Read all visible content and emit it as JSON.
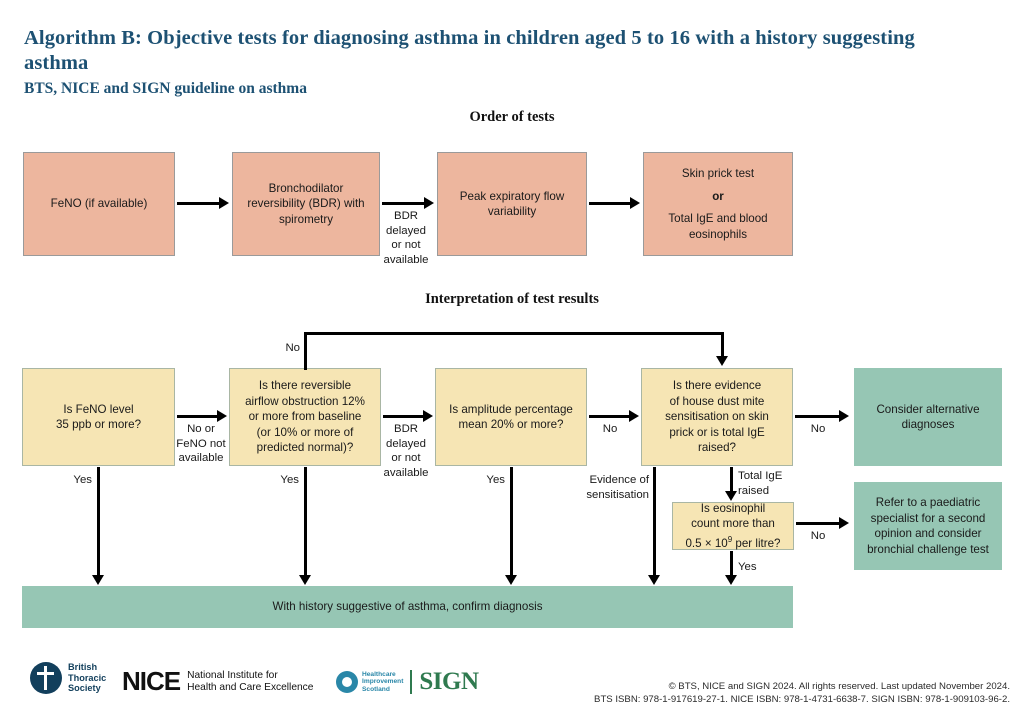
{
  "header": {
    "title": "Algorithm B: Objective tests for diagnosing asthma in children aged 5 to 16 with a history suggesting asthma",
    "subtitle": "BTS, NICE and SIGN guideline on asthma"
  },
  "sections": {
    "order_of_tests": "Order of tests",
    "interpretation": "Interpretation of test results"
  },
  "order_of_tests": {
    "boxes": [
      {
        "id": "feno",
        "text": "FeNO (if available)"
      },
      {
        "id": "bdr",
        "text": "Bronchodilator\nreversibility (BDR)\nwith spirometry"
      },
      {
        "id": "pefv",
        "text": "Peak expiratory flow\nvariability"
      },
      {
        "id": "skin-ige",
        "line1": "Skin prick test",
        "line2": "or",
        "line3": "Total IgE and blood\neosinophils"
      }
    ],
    "edge_labels": [
      {
        "id": "bdr-delayed-top",
        "text": "BDR\ndelayed\nor not\navailable"
      }
    ]
  },
  "interpretation": {
    "boxes": [
      {
        "id": "q-feno",
        "text": "Is FeNO level\n35 ppb or more?"
      },
      {
        "id": "q-bdr",
        "text": "Is there reversible\nairflow obstruction 12%\nor more from baseline\n(or 10% or more of\npredicted normal)?"
      },
      {
        "id": "q-amplitude",
        "text": "Is amplitude percentage\nmean 20% or more?"
      },
      {
        "id": "q-sensitisation",
        "text": "Is there evidence\nof house dust mite\nsensitisation on skin\nprick or is total IgE\nraised?"
      },
      {
        "id": "q-eosinophil",
        "line1": "Is eosinophil",
        "line2": "count more than",
        "line3a": "0.5 × 10",
        "line3sup": "9",
        "line3b": " per litre?"
      }
    ],
    "outcomes": [
      {
        "id": "alternative-diagnoses",
        "text": "Consider alternative\ndiagnoses"
      },
      {
        "id": "refer-paediatric",
        "text": "Refer to a paediatric\nspecialist for a second\nopinion and consider\nbronchial challenge test"
      },
      {
        "id": "confirm-diagnosis",
        "text": "With history suggestive of asthma, confirm diagnosis"
      }
    ],
    "edge_labels": [
      {
        "id": "no-loop",
        "text": "No"
      },
      {
        "id": "no-or-feno-not-available",
        "text": "No or\nFeNO not\navailable"
      },
      {
        "id": "bdr-delayed",
        "text": "BDR\ndelayed\nor not\navailable"
      },
      {
        "id": "no-amplitude",
        "text": "No"
      },
      {
        "id": "no-sensitisation",
        "text": "No"
      },
      {
        "id": "no-eosinophil",
        "text": "No"
      },
      {
        "id": "yes-feno",
        "text": "Yes"
      },
      {
        "id": "yes-bdr",
        "text": "Yes"
      },
      {
        "id": "yes-amplitude",
        "text": "Yes"
      },
      {
        "id": "evidence-of-sensitisation",
        "text": "Evidence of\nsensitisation"
      },
      {
        "id": "total-ige-raised",
        "text": "Total IgE\nraised"
      },
      {
        "id": "yes-eosinophil",
        "text": "Yes"
      }
    ]
  },
  "footer": {
    "logos": [
      {
        "id": "bts",
        "line1": "British",
        "line2": "Thoracic",
        "line3": "Society"
      },
      {
        "id": "nice",
        "mark": "NICE",
        "line1": "National Institute for",
        "line2": "Health and Care Excellence"
      },
      {
        "id": "sign",
        "his1": "Healthcare",
        "his2": "Improvement",
        "his3": "Scotland",
        "mark": "SIGN"
      }
    ],
    "copyright_line1": "© BTS, NICE and SIGN 2024. All rights reserved. Last updated November 2024.",
    "copyright_line2": "BTS ISBN: 978-1-917619-27-1. NICE ISBN: 978-1-4731-6638-7. SIGN ISBN: 978-1-909103-96-2."
  },
  "colors": {
    "title": "#1d5173",
    "test_box": "#edb69e",
    "question_box": "#f6e5b4",
    "outcome_box": "#96c6b4"
  }
}
